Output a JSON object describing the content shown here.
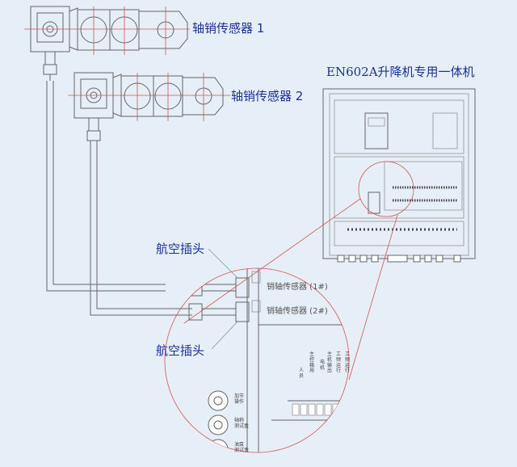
{
  "labels": {
    "sensor1": "轴销传感器 1",
    "sensor2": "轴销传感器 2",
    "cabinet_title": "EN602A升降机专用一体机",
    "plug_top": "航空插头",
    "plug_bottom": "航空插头",
    "sensor_1_row": "销轴传感器 (1#)",
    "sensor_2_row": "销轴传感器 (2#)",
    "col_labels": [
      "人\n员",
      "主\n控\n箱\n用",
      "电\n机",
      "主\n机\n输\n出",
      "工\n频\n运\n行",
      "工\n频\n运\n行"
    ],
    "connector_1": "加节\n操作",
    "connector_2": "轴称\n测试盒",
    "connector_3": "油泵\n测试盒"
  },
  "colors": {
    "background": "#e6eef7",
    "label_blue": "#1b2fa0",
    "callout_red": "#d9534f",
    "line_gray": "#666666"
  }
}
